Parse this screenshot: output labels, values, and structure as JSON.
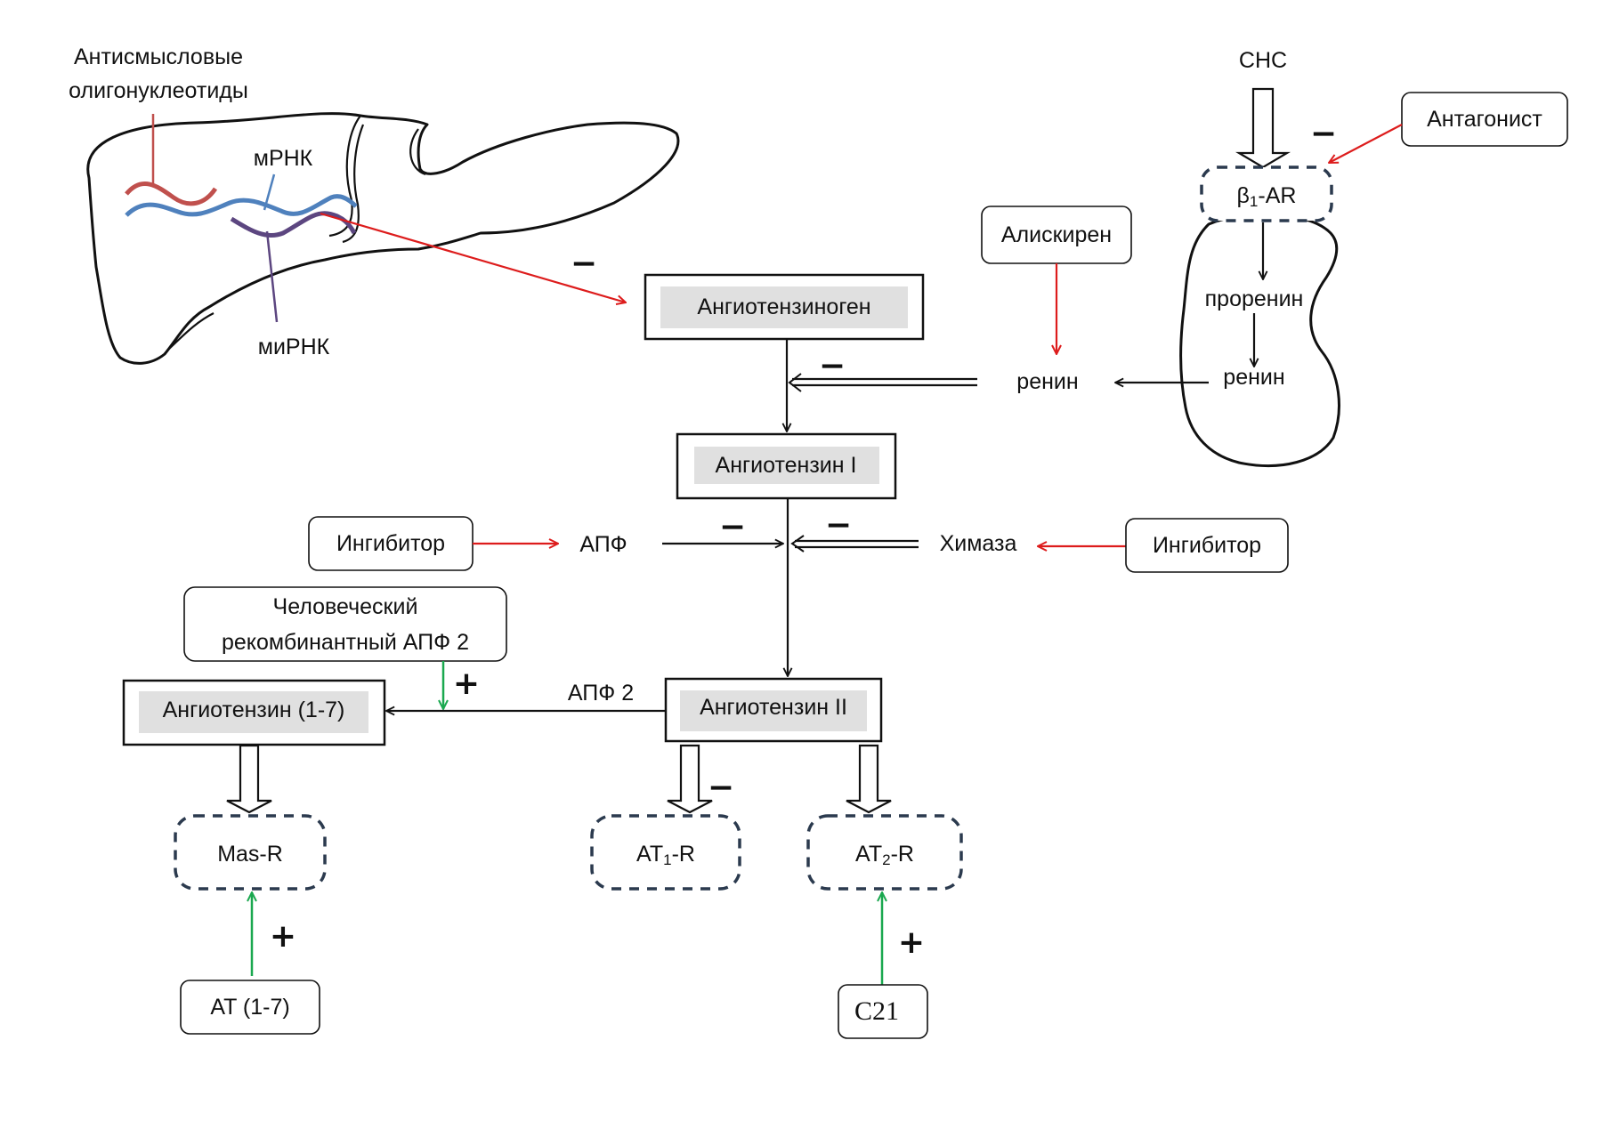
{
  "diagram": {
    "liver": {
      "antisense": "Антисмысловые\nолигонуклеотиды",
      "mrna": "мРНК",
      "sirna": "миРНК"
    },
    "sns": "СНС",
    "antagonist": "Антагонист",
    "beta_receptor": {
      "main": "β",
      "sub": "1",
      "rest": "-AR"
    },
    "prorenin": "проренин",
    "renin_kidney": "ренин",
    "aliskiren": "Алискирен",
    "renin": "ренин",
    "angiotensinogen": "Ангиотензиноген",
    "angiotensin_1": "Ангиотензин I",
    "inhibitor_left": "Ингибитор",
    "ace": "АПФ",
    "chymase": "Химаза",
    "inhibitor_right": "Ингибитор",
    "human_ace2": "Человеческий\nрекомбинантный АПФ 2",
    "angiotensin_1_7": "Ангиотензин (1-7)",
    "ace2": "АПФ 2",
    "angiotensin_2": "Ангиотензин II",
    "mas_r": "Mas-R",
    "at1_r": {
      "main": "AT",
      "sub": "1",
      "rest": "-R"
    },
    "at2_r": {
      "main": "AT",
      "sub": "2",
      "rest": "-R"
    },
    "at_1_7": "AT (1-7)",
    "c21": "C21",
    "minus": "−",
    "plus": "+"
  },
  "colors": {
    "inhibit_arrow": "#dd1c1c",
    "stimulate_arrow": "#1aa84f",
    "receptor_border": "#2b3a4e",
    "node_fill": "#e0e0e0",
    "rna_sense": "#c0504d",
    "rna_mrna": "#4f81bd",
    "rna_sirna": "#5c4680"
  }
}
